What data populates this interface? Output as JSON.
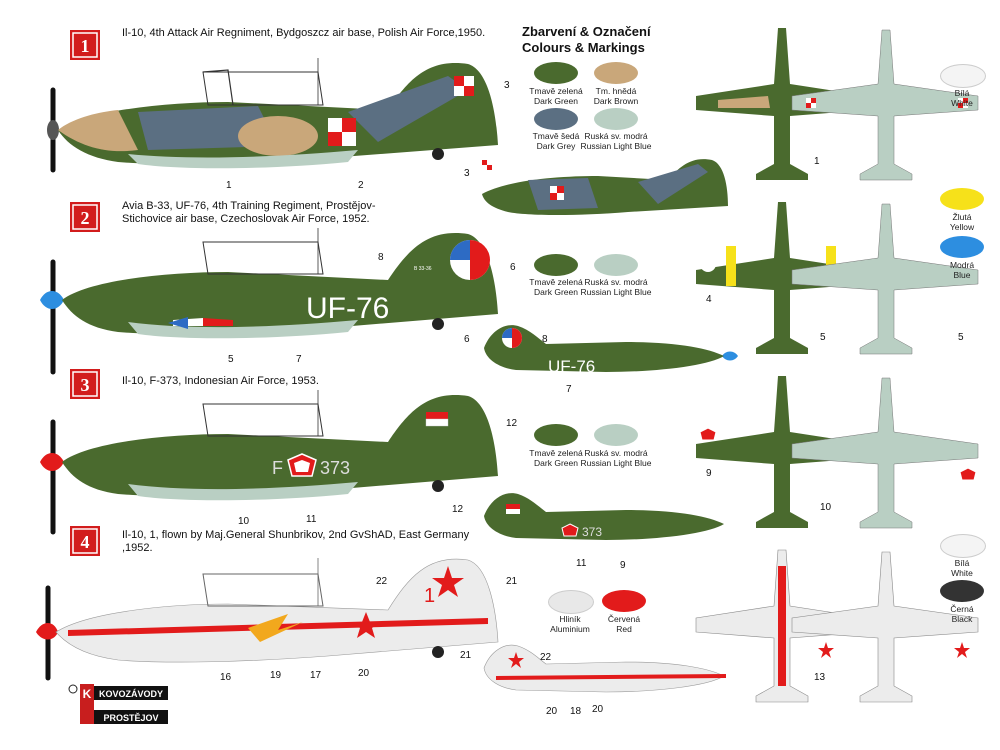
{
  "heading": {
    "line1": "Zbarvení & Označení",
    "line2": "Colours & Markings"
  },
  "schemes": [
    {
      "number": "1",
      "caption": "Il-10, 4th Attack Air Regniment, Bydgoszcz air base, Polish Air Force,1950."
    },
    {
      "number": "2",
      "caption": "Avia B-33, UF-76, 4th Training Regiment, Prostějov-Stichovice air base, Czechoslovak Air Force, 1952."
    },
    {
      "number": "3",
      "caption": "Il-10, F-373, Indonesian Air Force, 1953."
    },
    {
      "number": "4",
      "caption": "Il-10, 1, flown by Maj.General Shunbrikov, 2nd GvShAD, East Germany ,1952."
    }
  ],
  "codes": {
    "s2": "UF-76",
    "s3_letter": "F",
    "s3_number": "373",
    "s4": "1",
    "fin_serial": "B 33-36"
  },
  "swatches": {
    "dark_green": {
      "cz": "Tmavě zelená",
      "en": "Dark Green",
      "color": "#4a6a2e"
    },
    "dark_brown": {
      "cz": "Tm. hnědá",
      "en": "Dark Brown",
      "color": "#c9a77a"
    },
    "dark_grey": {
      "cz": "Tmavě šedá",
      "en": "Dark Grey",
      "color": "#5b6f82"
    },
    "light_blue": {
      "cz": "Ruská sv. modrá",
      "en": "Russian Light Blue",
      "color": "#b9cfc3"
    },
    "white": {
      "cz": "Bílá",
      "en": "White",
      "color": "#f4f4f4"
    },
    "yellow": {
      "cz": "Žlutá",
      "en": "Yellow",
      "color": "#f6e11a"
    },
    "blue": {
      "cz": "Modrá",
      "en": "Blue",
      "color": "#2d8ee0"
    },
    "aluminium": {
      "cz": "Hliník",
      "en": "Aluminium",
      "color": "#e8e8e8"
    },
    "red": {
      "cz": "Červená",
      "en": "Red",
      "color": "#e21b1b"
    },
    "black": {
      "cz": "Černá",
      "en": "Black",
      "color": "#333333"
    }
  },
  "callouts": [
    "1",
    "2",
    "3",
    "4",
    "5",
    "6",
    "7",
    "8",
    "9",
    "10",
    "11",
    "12",
    "13",
    "16",
    "17",
    "18",
    "19",
    "20",
    "21",
    "22"
  ],
  "logo": {
    "line1": "KOVOZÁVODY",
    "line2": "PROSTĚJOV",
    "mark": "K"
  }
}
